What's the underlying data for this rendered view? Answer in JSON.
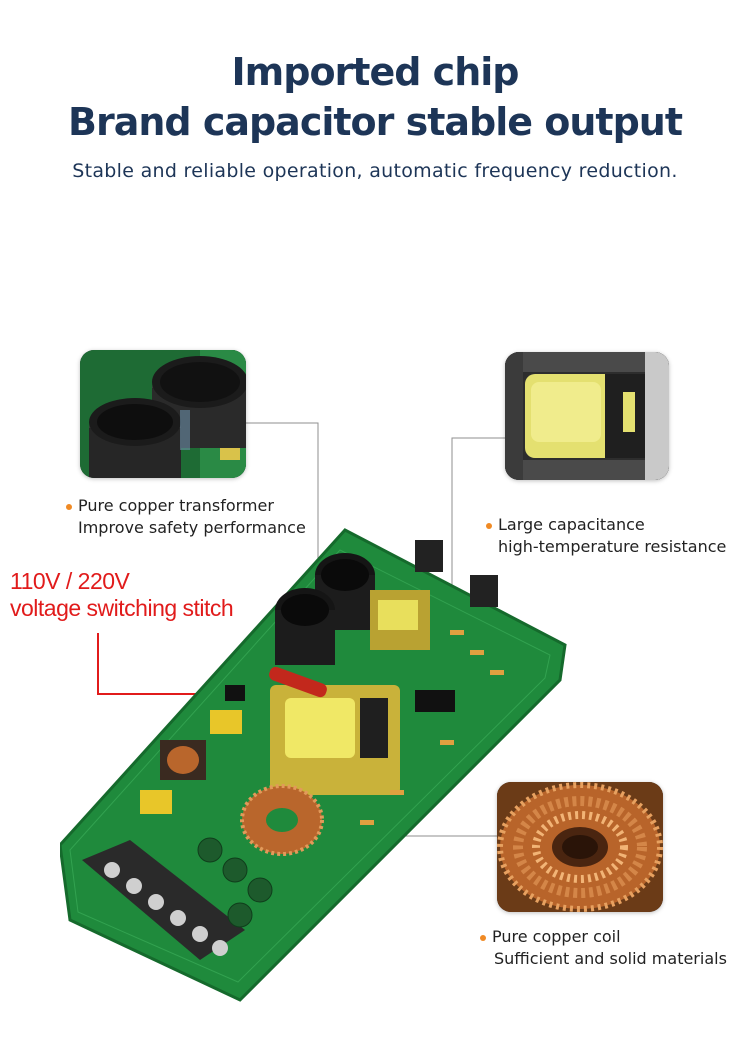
{
  "heading": {
    "line1": "Imported chip",
    "line2": "Brand capacitor stable output",
    "subtitle": "Stable and reliable operation, automatic frequency reduction."
  },
  "callouts": {
    "transformer": {
      "line1": "Pure copper transformer",
      "line2": "Improve safety performance"
    },
    "capacitance": {
      "line1": "Large capacitance",
      "line2": "high-temperature resistance"
    },
    "coil": {
      "line1": "Pure copper coil",
      "line2": "Sufficient and solid materials"
    },
    "voltage": {
      "line1": "110V / 220V",
      "line2": "voltage switching stitch"
    }
  },
  "colors": {
    "heading": "#1d3557",
    "accent_red": "#e11b1b",
    "bullet_orange": "#f08a24",
    "pcb_green": "#1f8a3c"
  }
}
